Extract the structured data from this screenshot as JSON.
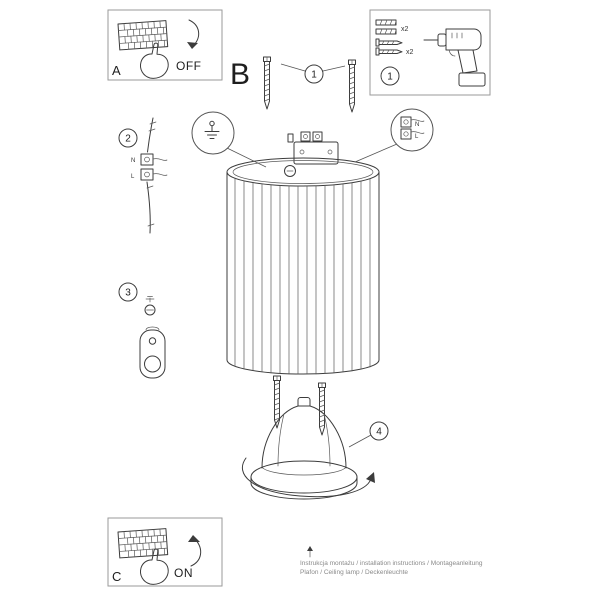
{
  "panels": {
    "a": {
      "label": "A",
      "state": "OFF"
    },
    "c": {
      "label": "C",
      "state": "ON"
    }
  },
  "section_b": {
    "label": "B"
  },
  "callouts": {
    "c1": "1",
    "c2": "2",
    "c3": "3",
    "c4": "4"
  },
  "hardware_box": {
    "number": "1",
    "anchors_qty": "x2",
    "screws_qty": "x2"
  },
  "wiring": {
    "neutral": "N",
    "live": "L"
  },
  "terminal_detail": {
    "neutral": "N",
    "live": "L"
  },
  "footer": {
    "line1": "Instrukcja montażu / installation instructions / Montageanleitung",
    "line2": "Plafon / Ceiling lamp / Deckenleuchte"
  }
}
